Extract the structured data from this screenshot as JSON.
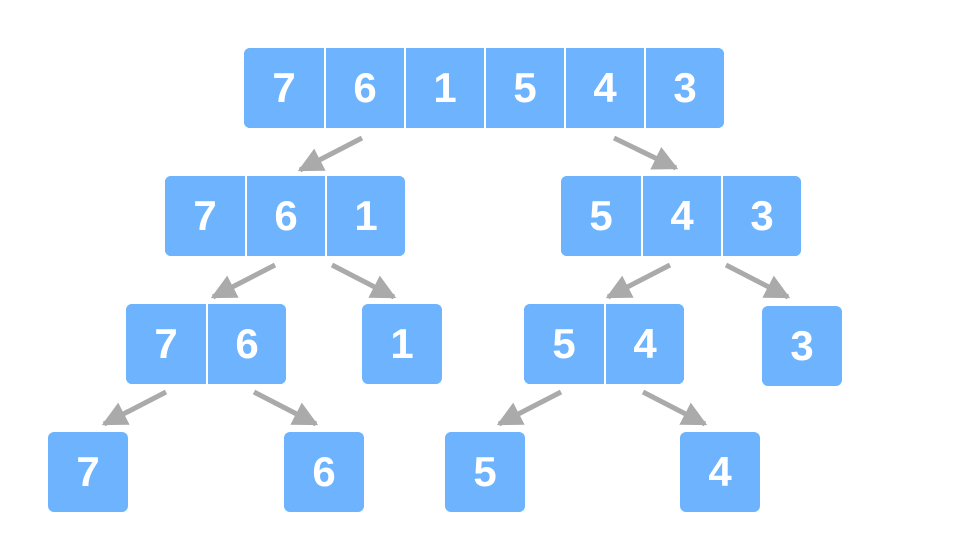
{
  "diagram": {
    "colors": {
      "box_fill": "#6db3fd",
      "box_text": "#ffffff",
      "arrow": "#aaaaaa",
      "cell_divider": "#ffffff"
    },
    "levels": [
      [
        [
          "7",
          "6",
          "1",
          "5",
          "4",
          "3"
        ]
      ],
      [
        [
          "7",
          "6",
          "1"
        ],
        [
          "5",
          "4",
          "3"
        ]
      ],
      [
        [
          "7",
          "6"
        ],
        [
          "1"
        ],
        [
          "5",
          "4"
        ],
        [
          "3"
        ]
      ],
      [
        [
          "7"
        ],
        [
          "6"
        ],
        [
          "5"
        ],
        [
          "4"
        ]
      ]
    ]
  }
}
